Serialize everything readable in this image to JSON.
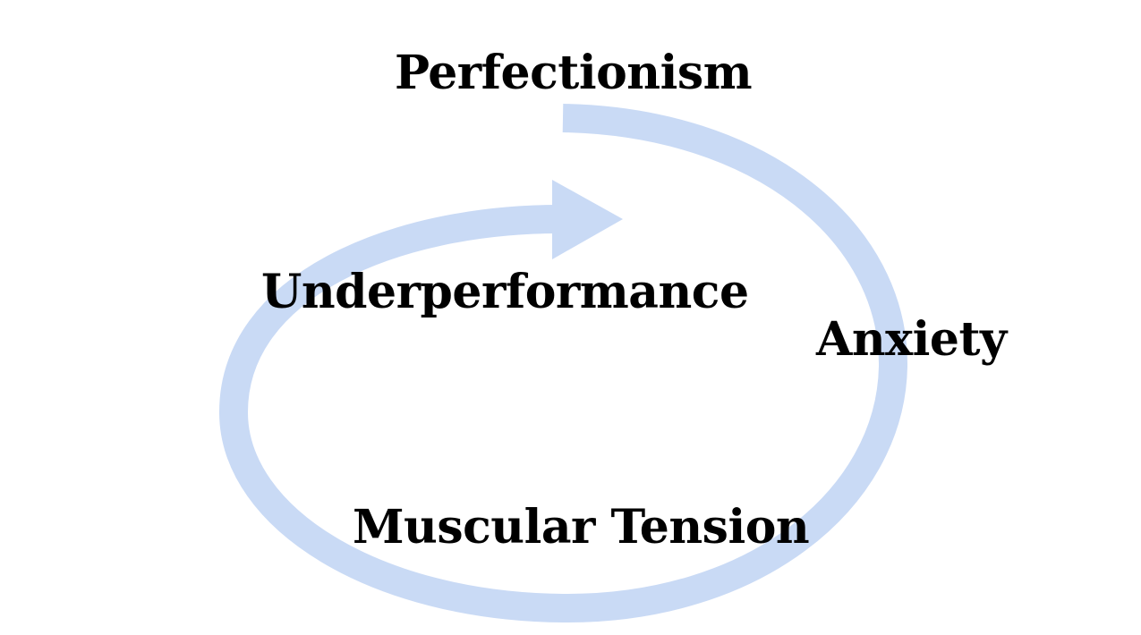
{
  "diagram": {
    "arrow_color": "#c9daf5",
    "text_color": "#000000",
    "labels": {
      "perfectionism": "Perfectionism",
      "anxiety": "Anxiety",
      "muscular_tension": "Muscular Tension",
      "underperformance": "Underperformance"
    }
  }
}
